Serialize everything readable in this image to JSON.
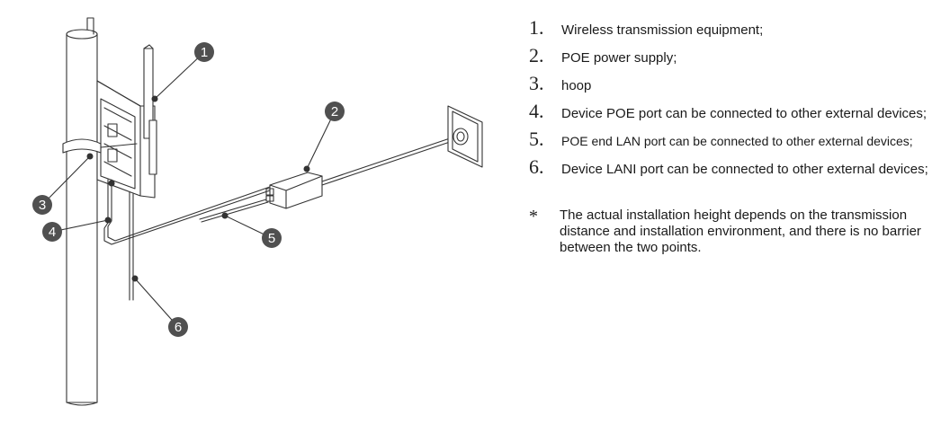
{
  "callouts": [
    {
      "id": 1,
      "label": "1"
    },
    {
      "id": 2,
      "label": "2"
    },
    {
      "id": 3,
      "label": "3"
    },
    {
      "id": 4,
      "label": "4"
    },
    {
      "id": 5,
      "label": "5"
    },
    {
      "id": 6,
      "label": "6"
    }
  ],
  "legend": {
    "items": [
      {
        "num": "1.",
        "text": "Wireless transmission equipment;"
      },
      {
        "num": "2.",
        "text": "POE power supply;"
      },
      {
        "num": "3.",
        "text": "hoop"
      },
      {
        "num": "4.",
        "text": "Device POE port can be connected to other external devices;"
      },
      {
        "num": "5.",
        "text": "POE end LAN port can be connected to other external devices;"
      },
      {
        "num": "6.",
        "text": "Device LANI port can be connected to other external devices;"
      }
    ],
    "note_mark": "*",
    "note": "The actual installation height depends on the transmission distance and installation environment, and there is no barrier between the two points."
  },
  "colors": {
    "line": "#333333",
    "callout_fill": "#505050",
    "background": "#ffffff"
  }
}
